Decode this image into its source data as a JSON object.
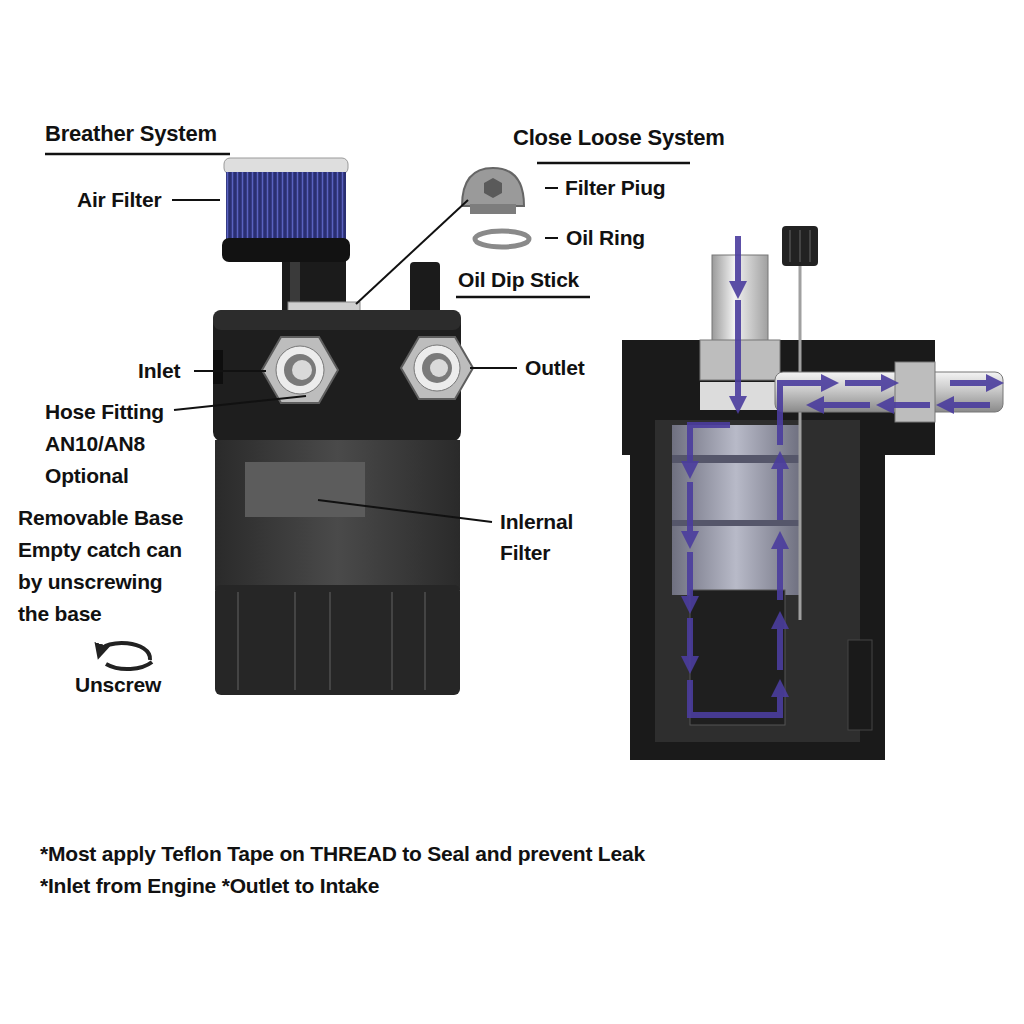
{
  "diagram": {
    "labels": [
      "Breather System",
      "Air Filter",
      "Close Loose System",
      "Filter Piug",
      "Oil Ring",
      "Oil Dip Stick",
      "Inlet",
      "Outlet",
      "Hose Fitting AN10/AN8 Optional",
      "Inlernal Filter",
      "Removable Base Empty catch can by unscrewing the base",
      "Unscrew",
      "*Most apply Teflon Tape on THREAD to Seal and prevent Leak",
      "*Inlet from Engine *Outlet to Intake"
    ]
  }
}
